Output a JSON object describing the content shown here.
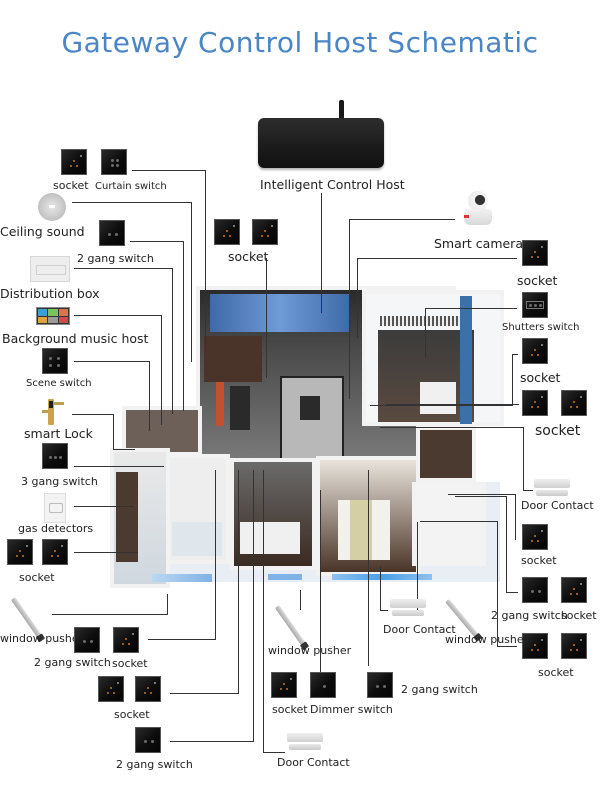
{
  "title": "Gateway Control Host Schematic",
  "colors": {
    "title": "#4a86c6",
    "line": "#333333",
    "panel": "#0c0c0c",
    "socket_dot": "#c7782a"
  },
  "host": {
    "label": "Intelligent Control Host",
    "icon": "gateway-router-icon"
  },
  "left_devices": {
    "socket_top": "socket",
    "curtain_switch": "Curtain switch",
    "ceiling_sound": "Ceiling sound",
    "two_gang_switch_top": "2 gang switch",
    "distribution_box": "Distribution box",
    "background_music_host": "Background music host",
    "scene_switch": "Scene switch",
    "smart_lock": "smart Lock",
    "three_gang_switch": "3 gang switch",
    "gas_detectors": "gas detectors",
    "socket_left": "socket",
    "window_pusher_left": "window pusher"
  },
  "top_center": {
    "socket": "socket"
  },
  "right_devices": {
    "smart_camera": "Smart camera",
    "socket_1": "socket",
    "shutters_switch": "Shutters switch",
    "socket_2": "socket",
    "socket_3": "socket",
    "door_contact_right": "Door Contact",
    "socket_4": "socket",
    "two_gang_switch_right": "2 gang switch",
    "socket_5": "socket",
    "socket_6": "socket"
  },
  "bottom_devices": {
    "two_gang_switch_a": "2 gang switch",
    "socket_a": "socket",
    "socket_b": "socket",
    "two_gang_switch_b": "2 gang switch",
    "window_pusher_center": "window pusher",
    "socket_c": "socket",
    "dimmer_switch": "Dimmer switch",
    "two_gang_switch_c": "2 gang switch",
    "door_contact_bottom": "Door Contact",
    "door_contact_center": "Door Contact",
    "window_pusher_right": "window pusher"
  },
  "floor_plan": {
    "description": "3D cutaway apartment floor plan",
    "icon": "floor-plan-image"
  }
}
